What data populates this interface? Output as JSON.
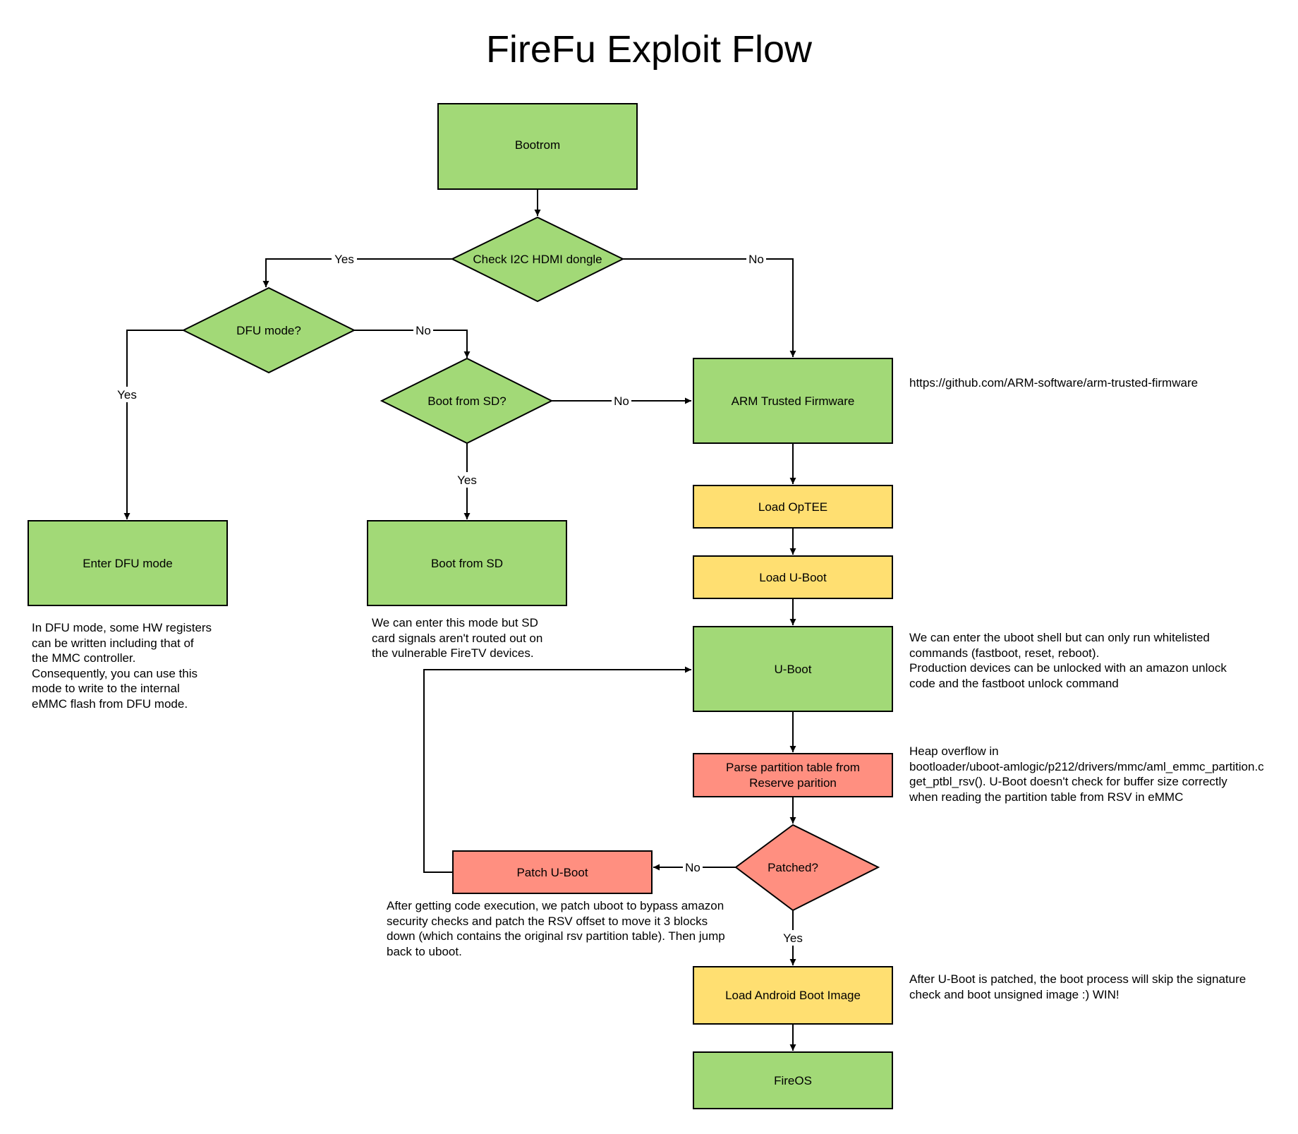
{
  "title": "FireFu Exploit Flow",
  "colors": {
    "green": "#a2d977",
    "yellow": "#ffdf71",
    "red": "#ff8f80",
    "stroke": "#000000"
  },
  "nodes": {
    "bootrom": "Bootrom",
    "check_i2c": "Check I2C HDMI dongle",
    "dfu_mode_q": "DFU mode?",
    "boot_sd_q": "Boot from SD?",
    "atf": "ARM Trusted Firmware",
    "enter_dfu": "Enter DFU mode",
    "boot_sd": "Boot from SD",
    "load_optee": "Load OpTEE",
    "load_uboot": "Load U-Boot",
    "uboot": "U-Boot",
    "parse_partition": [
      "Parse partition table from",
      "Reserve parition"
    ],
    "patched_q": "Patched?",
    "patch_uboot": "Patch U-Boot",
    "load_android": "Load Android Boot Image",
    "fireos": "FireOS"
  },
  "edge_labels": {
    "i2c_yes": "Yes",
    "i2c_no": "No",
    "dfu_no": "No",
    "dfu_yes": "Yes",
    "sd_no": "No",
    "sd_yes": "Yes",
    "patched_no": "No",
    "patched_yes": "Yes"
  },
  "notes": {
    "dfu": [
      "In DFU mode, some HW registers",
      "can be written including that of",
      "the MMC controller.",
      "Consequently, you can use this",
      "mode to write to the internal",
      "eMMC flash from DFU mode."
    ],
    "sd": [
      "We can enter this mode but SD",
      "card signals aren't routed out on",
      "the vulnerable FireTV devices."
    ],
    "atf_url": "https://github.com/ARM-software/arm-trusted-firmware",
    "uboot": [
      "We can enter the uboot shell but can only run whitelisted",
      "commands (fastboot, reset, reboot).",
      "Production devices can be unlocked with an amazon unlock",
      "code and the fastboot unlock command"
    ],
    "heap": [
      "Heap overflow in",
      "bootloader/uboot-amlogic/p212/drivers/mmc/aml_emmc_partition.c",
      "get_ptbl_rsv(). U-Boot doesn't check for buffer size correctly",
      "when reading the partition table from RSV in eMMC"
    ],
    "patch": [
      "After getting code execution, we patch uboot to bypass amazon",
      "security checks and patch the RSV offset to move it 3 blocks",
      "down (which contains the original rsv partition table). Then jump",
      "back to uboot."
    ],
    "win": [
      "After U-Boot is patched, the boot process will skip the signature",
      "check and boot unsigned image :) WIN!"
    ]
  }
}
